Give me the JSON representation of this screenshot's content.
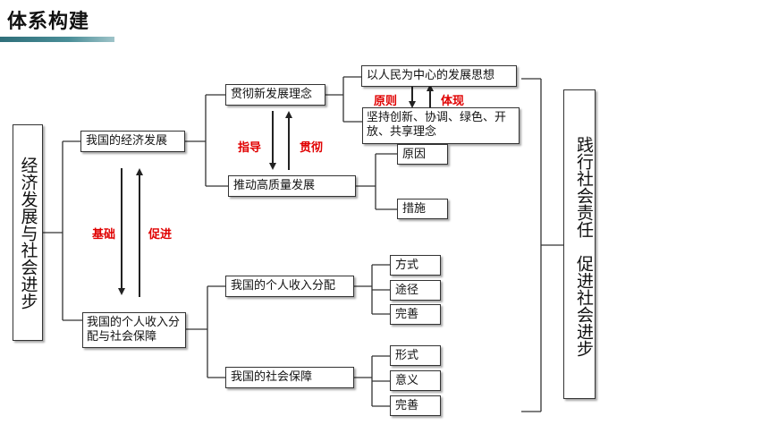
{
  "header": {
    "title": "体系构建"
  },
  "root": {
    "label": "经济发展与社会进步"
  },
  "branch_economy": {
    "label": "我国的经济发展"
  },
  "branch_income": {
    "label": "我国的个人收入分配与社会保障"
  },
  "relation_main": {
    "down_label": "基础",
    "up_label": "促进"
  },
  "concept": {
    "label": "贯彻新发展理念"
  },
  "quality": {
    "label": "推动高质量发展"
  },
  "relation_concept": {
    "down_label": "指导",
    "up_label": "贯彻"
  },
  "people_thought": {
    "label": "以人民为中心的发展思想"
  },
  "principle_label": "原则",
  "embody_label": "体现",
  "persist": {
    "label": "坚持创新、协调、绿色、开放、共享理念"
  },
  "quality_items": [
    "原因",
    "措施"
  ],
  "distribution": {
    "label": "我国的个人收入分配"
  },
  "distribution_items": [
    "方式",
    "途径",
    "完善"
  ],
  "security": {
    "label": "我国的社会保障"
  },
  "security_items": [
    "形式",
    "意义",
    "完善"
  ],
  "conclusion": {
    "label": "践行社会责任　促进社会进步"
  }
}
